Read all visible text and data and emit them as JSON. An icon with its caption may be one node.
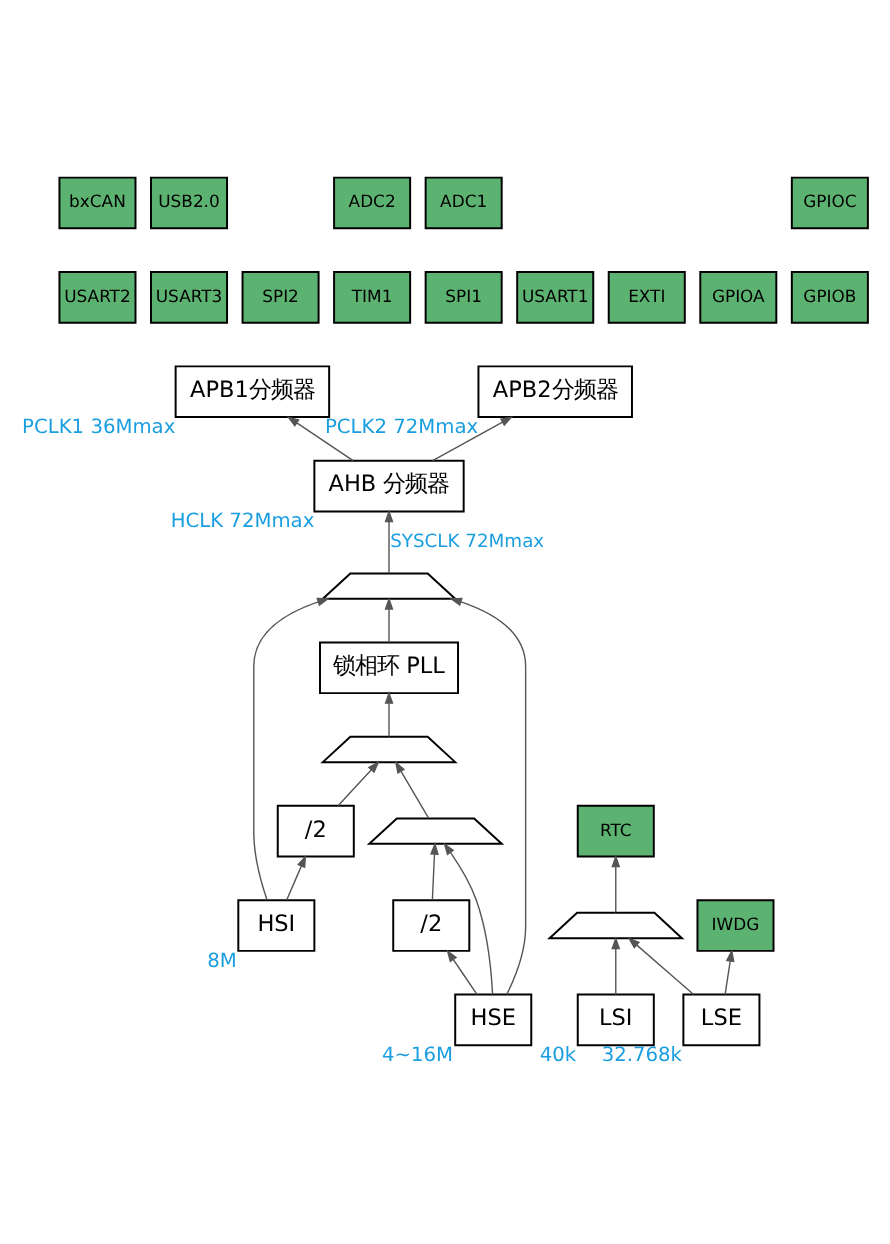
{
  "diagram": {
    "nodes": [
      {
        "text": [
          "HSI"
        ],
        "beside": [
          "8M"
        ]
      },
      {
        "text": [
          "HSE"
        ],
        "beside": [
          "4~16M"
        ]
      },
      {
        "text": [
          "LSI"
        ],
        "beside": [
          "40k"
        ]
      },
      {
        "text": [
          "LSE"
        ],
        "beside": [
          "32.768k"
        ]
      },
      {
        "text": [
          "/2"
        ]
      },
      {
        "text": [
          "/2"
        ]
      },
      {
        "text": [],
        "shape": "trapezoid"
      },
      {
        "text": [],
        "shape": "trapezoid"
      },
      {
        "text": [
          "锁相环 PLL"
        ]
      },
      {
        "text": [],
        "shape": "trapezoid"
      },
      {
        "text": [
          "AHB 分频器"
        ],
        "beside": [
          "HCLK 72Mmax"
        ]
      },
      {
        "text": [
          "APB1分频器"
        ],
        "beside": [
          "PCLK1 36Mmax"
        ]
      },
      {
        "text": [
          "APB2分频器"
        ],
        "beside": [
          "PCLK2 72Mmax"
        ]
      },
      {
        "text": [],
        "shape": "trapezoid"
      },
      {
        "text": [
          "RTC"
        ]
      },
      {
        "text": [
          "IWDG"
        ]
      },
      {
        "text": [
          "bxCAN"
        ]
      },
      {
        "text": [
          "USB2.0"
        ]
      },
      {
        "text": [
          "USART2"
        ]
      },
      {
        "text": [
          "USART3"
        ]
      },
      {
        "text": [
          "SPI2"
        ]
      },
      {
        "text": [
          "GPIOC"
        ]
      },
      {
        "text": [
          "ADC2"
        ]
      },
      {
        "text": [
          "ADC1"
        ]
      },
      {
        "text": [
          "EXTI"
        ]
      },
      {
        "text": [
          "GPIOA"
        ]
      },
      {
        "text": [
          "GPIOB"
        ]
      },
      {
        "text": [
          "TIM1"
        ]
      },
      {
        "text": [
          "SPI1"
        ]
      },
      {
        "text": [
          "USART1"
        ]
      }
    ],
    "edges": [
      {
        "from": 0,
        "to": 4,
        "arrow": "to"
      },
      {
        "from": 0,
        "to": 9,
        "arrow": "to"
      },
      {
        "from": 4,
        "to": 7,
        "arrow": "to"
      },
      {
        "from": 1,
        "to": 5,
        "arrow": "to"
      },
      {
        "from": 1,
        "to": 6,
        "arrow": "to"
      },
      {
        "from": 5,
        "to": 6,
        "arrow": "to"
      },
      {
        "from": 6,
        "to": 7,
        "arrow": "to"
      },
      {
        "from": 1,
        "to": 9,
        "arrow": "to"
      },
      {
        "from": 7,
        "to": 8,
        "arrow": "to"
      },
      {
        "from": 8,
        "to": 9,
        "arrow": "to"
      },
      {
        "from": 9,
        "to": 10,
        "arrow": "to",
        "label": "SYSCLK 72Mmax"
      },
      {
        "from": 10,
        "to": 11,
        "arrow": "to"
      },
      {
        "from": 10,
        "to": 12,
        "arrow": "to"
      },
      {
        "from": 2,
        "to": 13,
        "arrow": "to"
      },
      {
        "from": 3,
        "to": 13,
        "arrow": "to"
      },
      {
        "from": 13,
        "to": 14,
        "arrow": "to"
      },
      {
        "from": 3,
        "to": 15,
        "arrow": "to"
      }
    ]
  }
}
